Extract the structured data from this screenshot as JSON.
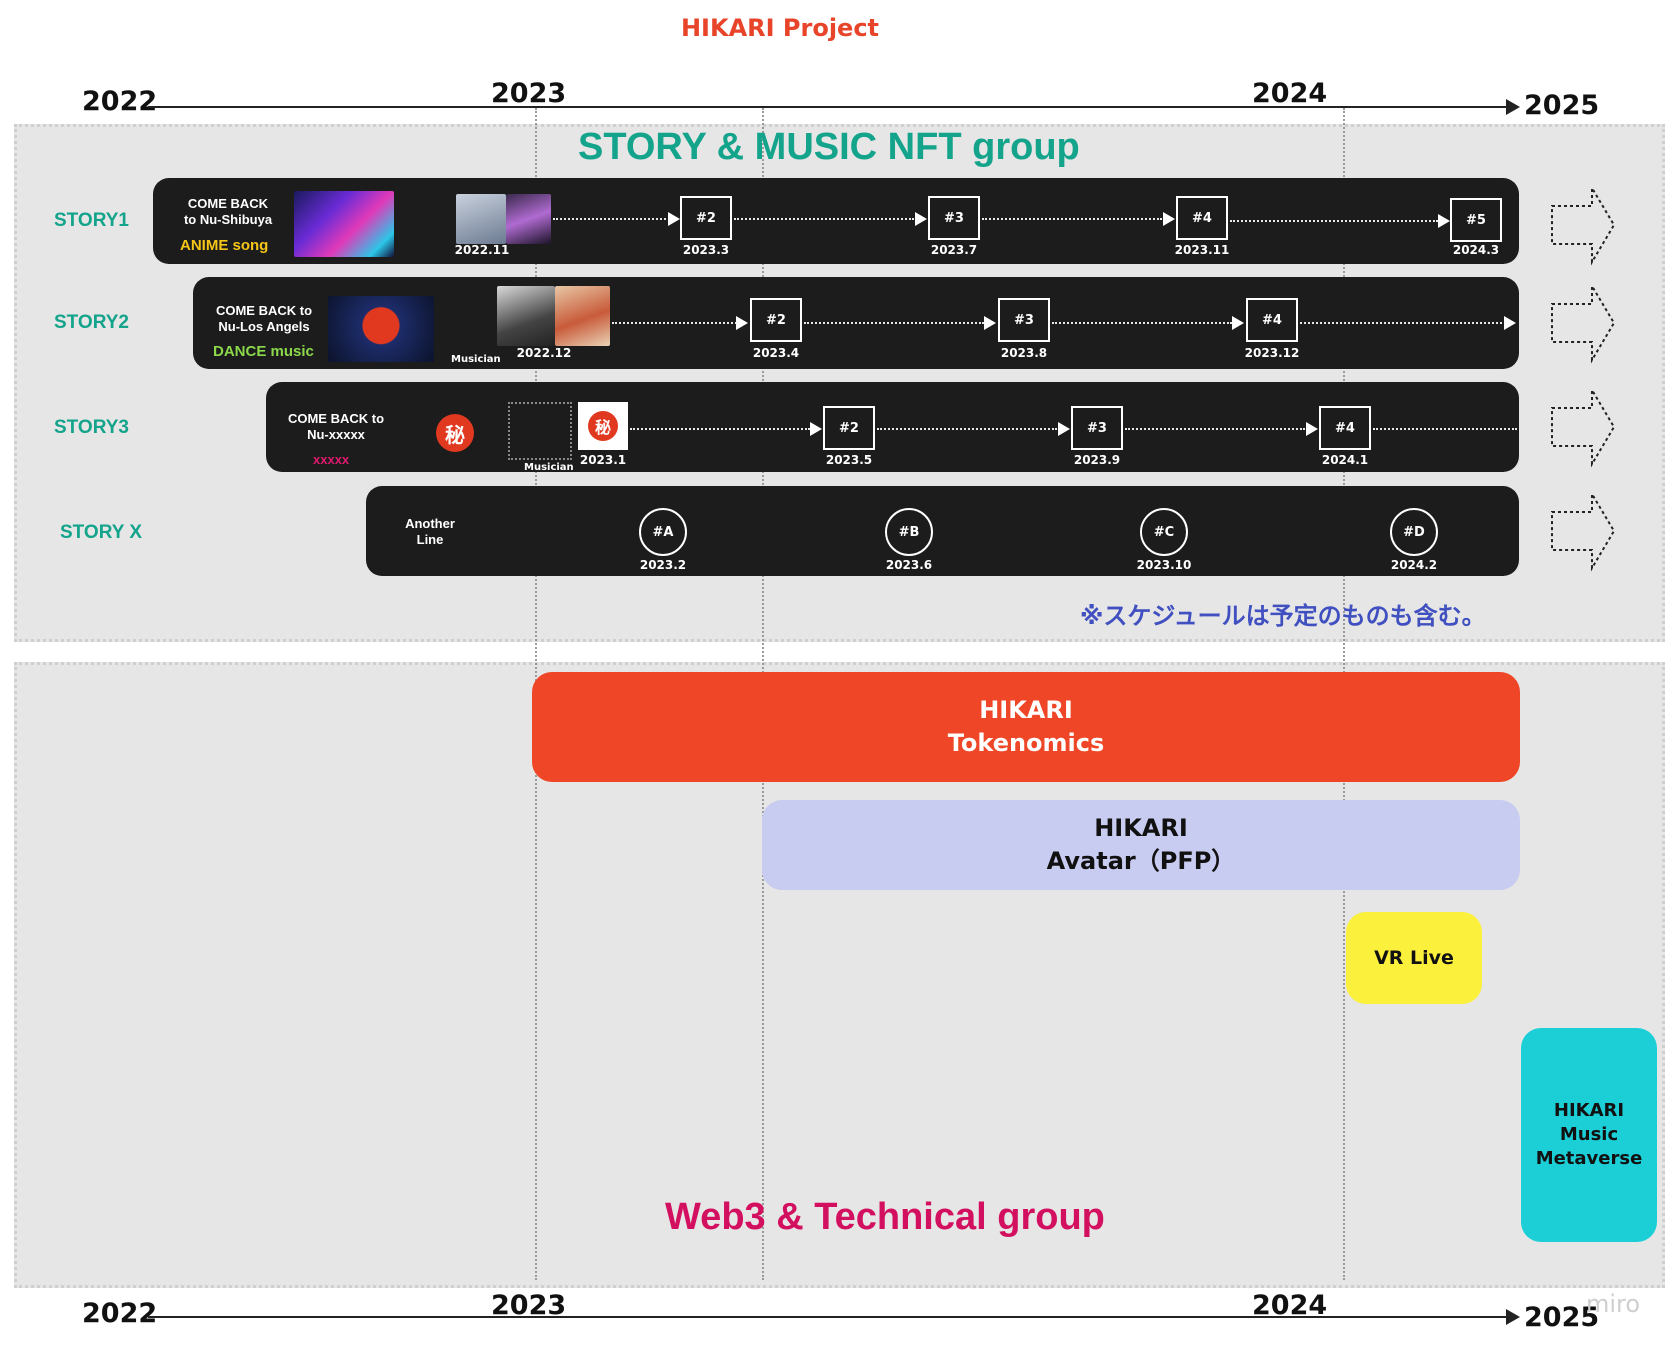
{
  "title": "HIKARI Project",
  "years": [
    "2022",
    "2023",
    "2024",
    "2025"
  ],
  "top_group_title": "STORY & MUSIC NFT group",
  "bottom_group_title": "Web3 & Technical group",
  "note": "※スケジュールは予定のものも含む。",
  "stories": [
    {
      "label": "STORY1",
      "text": "COME BACK\nto Nu-Shibuya",
      "tag_word1": "ANIME",
      "tag_word2": "song",
      "tag_color": "#f5c518",
      "start_date": "2022.11",
      "milestones": [
        {
          "id": "#2",
          "date": "2023.3"
        },
        {
          "id": "#3",
          "date": "2023.7"
        },
        {
          "id": "#4",
          "date": "2023.11"
        },
        {
          "id": "#5",
          "date": "2024.3"
        }
      ]
    },
    {
      "label": "STORY2",
      "text": "COME BACK to\nNu-Los Angels",
      "tag_word1": "DANCE",
      "tag_word2": "music",
      "tag_color": "#8bd94b",
      "musician": "Musician",
      "start_date": "2022.12",
      "milestones": [
        {
          "id": "#2",
          "date": "2023.4"
        },
        {
          "id": "#3",
          "date": "2023.8"
        },
        {
          "id": "#4",
          "date": "2023.12"
        }
      ]
    },
    {
      "label": "STORY3",
      "text": "COME BACK to\nNu-xxxxx",
      "tag_word1": "xxxxx",
      "tag_color": "#e0186e",
      "musician": "Musician",
      "start_date": "2023.1",
      "milestones": [
        {
          "id": "#2",
          "date": "2023.5"
        },
        {
          "id": "#3",
          "date": "2023.9"
        },
        {
          "id": "#4",
          "date": "2024.1"
        }
      ]
    },
    {
      "label": "STORY X",
      "text": "Another\nLine",
      "milestones": [
        {
          "id": "#A",
          "date": "2023.2"
        },
        {
          "id": "#B",
          "date": "2023.6"
        },
        {
          "id": "#C",
          "date": "2023.10"
        },
        {
          "id": "#D",
          "date": "2024.2"
        }
      ]
    }
  ],
  "tech_items": [
    {
      "line1": "HIKARI",
      "line2": "Tokenomics",
      "color": "#ee4626"
    },
    {
      "line1": "HIKARI",
      "line2": "Avatar（PFP）",
      "color": "#c8ccf0"
    },
    {
      "line1": "VR Live",
      "color": "#fbf03c"
    },
    {
      "line1": "HIKARI",
      "line2": "Music",
      "line3": "Metaverse",
      "color": "#1ccfd6"
    }
  ],
  "watermark": "miro",
  "colors": {
    "title": "#e8442a",
    "top_group": "#14a38b",
    "bottom_group": "#d3105f",
    "note": "#4050c0"
  }
}
